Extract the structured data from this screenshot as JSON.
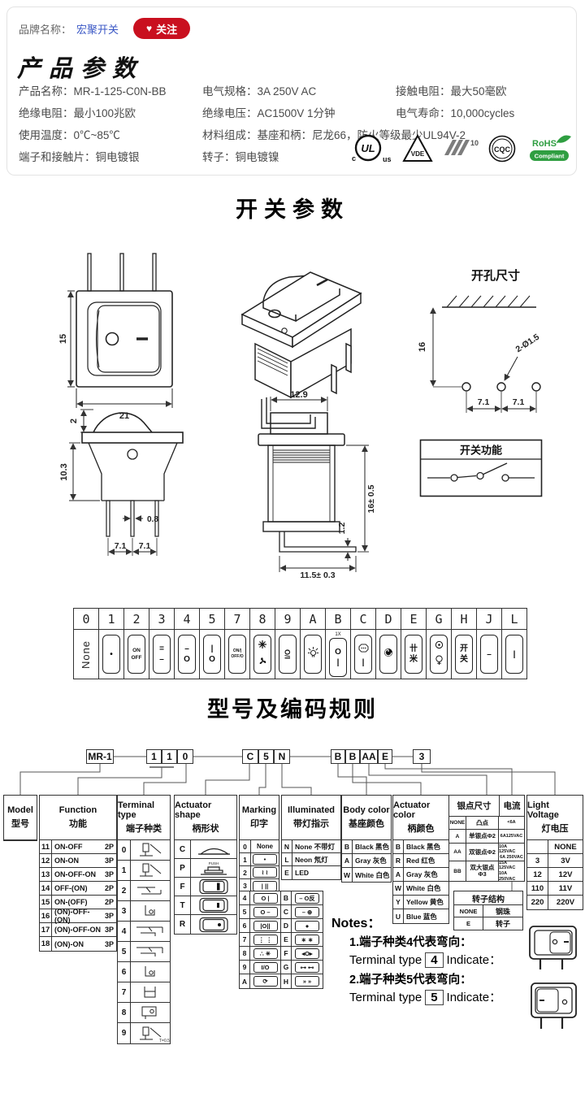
{
  "brand": {
    "label": "品牌名称：",
    "name": "宏聚开关",
    "follow": "关注"
  },
  "product_params": {
    "title": "产品参数",
    "rows": [
      [
        {
          "label": "产品名称：",
          "value": "MR-1-125-C0N-BB"
        },
        {
          "label": "电气规格：",
          "value": "3A  250V  AC"
        },
        {
          "label": "接触电阻：",
          "value": "最大50毫欧"
        }
      ],
      [
        {
          "label": "绝缘电阻：",
          "value": "最小100兆欧"
        },
        {
          "label": "绝缘电压：",
          "value": "AC1500V 1分钟"
        },
        {
          "label": "电气寿命：",
          "value": "10,000cycles"
        }
      ],
      [
        {
          "label": "使用温度：",
          "value": "0℃~85℃"
        },
        {
          "label": "材料组成：",
          "value": "基座和柄：尼龙66，防火等级最少UL94V-2"
        }
      ],
      [
        {
          "label": "端子和接触片：",
          "value": "铜电镀银"
        },
        {
          "label": "转子：",
          "value": "铜电镀镍"
        }
      ]
    ],
    "certs": {
      "ul_c": "c",
      "ul": "UL",
      "ul_us": "us",
      "vde": "VDE",
      "enec": "10",
      "cqc": "CQC",
      "rohs": "RoHS",
      "rohs_band": "Compliant"
    }
  },
  "switch_params": {
    "title": "开关参数",
    "front_view": {
      "dim_height": "15",
      "dim_width": "21"
    },
    "cutout": {
      "title": "开孔尺寸",
      "dim_height": "16",
      "hole_label": "2-Ø1.5",
      "pitch1": "7.1",
      "pitch2": "7.1"
    },
    "side_view": {
      "dim_top": "2",
      "dim_height": "10.3",
      "dim_pin": "0.8",
      "pitch1": "7.1",
      "pitch2": "7.1"
    },
    "bent_view": {
      "dim_width": "12.9",
      "dim_pin": "1.2",
      "dim_height": "16± 0.5",
      "dim_length": "11.5± 0.3"
    },
    "function_box": {
      "title": "开关功能"
    }
  },
  "code_table": {
    "columns": [
      {
        "code": "0",
        "kind": "none",
        "text": "None"
      },
      {
        "code": "1",
        "kind": "stack",
        "parts": [
          {
            "t": "txt",
            "v": "•"
          }
        ]
      },
      {
        "code": "2",
        "kind": "stack",
        "parts": [
          {
            "t": "txt",
            "v": "ON",
            "cls": "small"
          },
          {
            "t": "txt",
            "v": "OFF",
            "cls": "small"
          }
        ]
      },
      {
        "code": "3",
        "kind": "stack",
        "parts": [
          {
            "t": "txt",
            "v": "="
          },
          {
            "t": "txt",
            "v": "–"
          }
        ]
      },
      {
        "code": "4",
        "kind": "stack",
        "parts": [
          {
            "t": "txt",
            "v": "–"
          },
          {
            "t": "txt",
            "v": "O"
          }
        ]
      },
      {
        "code": "5",
        "kind": "stack",
        "parts": [
          {
            "t": "txt",
            "v": "|"
          },
          {
            "t": "txt",
            "v": "O"
          }
        ]
      },
      {
        "code": "7",
        "kind": "stack",
        "parts": [
          {
            "t": "txt",
            "v": "ON/|",
            "cls": "tiny"
          },
          {
            "t": "txt",
            "v": "OFF/O",
            "cls": "tiny"
          }
        ]
      },
      {
        "code": "8",
        "kind": "stack",
        "parts": [
          {
            "t": "icon",
            "v": "fan-8-icon"
          },
          {
            "t": "icon",
            "v": "fan-3-icon"
          }
        ]
      },
      {
        "code": "9",
        "kind": "rot",
        "text": "I/O"
      },
      {
        "code": "A",
        "kind": "stack",
        "parts": [
          {
            "t": "icon",
            "v": "bulb-rays-icon"
          }
        ]
      },
      {
        "code": "B",
        "kind": "stack",
        "above": "1X",
        "parts": [
          {
            "t": "txt",
            "v": "O"
          },
          {
            "t": "txt",
            "v": "|"
          }
        ]
      },
      {
        "code": "C",
        "kind": "stack",
        "parts": [
          {
            "t": "icon",
            "v": "octagon-badge-icon"
          },
          {
            "t": "txt",
            "v": "|"
          }
        ]
      },
      {
        "code": "D",
        "kind": "stack",
        "parts": [
          {
            "t": "icon",
            "v": "power-disc-icon"
          }
        ]
      },
      {
        "code": "E",
        "kind": "stack",
        "parts": [
          {
            "t": "txt",
            "v": "卄"
          },
          {
            "t": "txt",
            "v": "米"
          }
        ]
      },
      {
        "code": "G",
        "kind": "stack",
        "parts": [
          {
            "t": "icon",
            "v": "circle-dot-icon"
          },
          {
            "t": "icon",
            "v": "lamp-cross-icon"
          }
        ]
      },
      {
        "code": "H",
        "kind": "stack",
        "parts": [
          {
            "t": "txt",
            "v": "开"
          },
          {
            "t": "txt",
            "v": "关"
          }
        ]
      },
      {
        "code": "J",
        "kind": "stack",
        "parts": [
          {
            "t": "txt",
            "v": "–"
          }
        ]
      },
      {
        "code": "L",
        "kind": "stack",
        "parts": [
          {
            "t": "txt",
            "v": "|"
          }
        ]
      }
    ]
  },
  "coding": {
    "title": "型号及编码规则",
    "code_boxes": {
      "model": "MR-1",
      "function": [
        "1",
        "1",
        "0"
      ],
      "actuator": [
        "C",
        "5",
        "N"
      ],
      "colors": [
        "B",
        "B",
        "AA",
        "E"
      ],
      "voltage": "3"
    },
    "model": {
      "en": "Model",
      "zh": "型号"
    },
    "function": {
      "en": "Function",
      "zh": "功能",
      "rows": [
        [
          "11",
          "ON-OFF",
          "2P"
        ],
        [
          "12",
          "ON-ON",
          "3P"
        ],
        [
          "13",
          "ON-OFF-ON",
          "3P"
        ],
        [
          "14",
          "OFF-(ON)",
          "2P"
        ],
        [
          "15",
          "ON-(OFF)",
          "2P"
        ],
        [
          "16",
          "(ON)-OFF-(ON)",
          "3P"
        ],
        [
          "17",
          "(ON)-OFF-ON",
          "3P"
        ],
        [
          "18",
          "(ON)-ON",
          "3P"
        ]
      ]
    },
    "terminal": {
      "en": "Terminal type",
      "zh": "端子种类",
      "note": "T=0.5",
      "rows": [
        {
          "code": "0",
          "icon": "terminal-diag-icon"
        },
        {
          "code": "1",
          "icon": "terminal-diag-icon"
        },
        {
          "code": "2",
          "icon": "terminal-flat-icon"
        },
        {
          "code": "3",
          "icon": "terminal-bracket-icon"
        },
        {
          "code": "4",
          "icon": "terminal-wide-icon"
        },
        {
          "code": "5",
          "icon": "terminal-wide-icon"
        },
        {
          "code": "6",
          "icon": "terminal-bracket-icon"
        },
        {
          "code": "7",
          "icon": "terminal-u-icon"
        },
        {
          "code": "8",
          "icon": "terminal-box-icon"
        },
        {
          "code": "9",
          "icon": "terminal-diag-icon"
        }
      ]
    },
    "actuator_shape": {
      "en": "Actuator shape",
      "zh": "柄形状",
      "rows": [
        {
          "code": "C",
          "icon": "rocker-curved-icon"
        },
        {
          "code": "P",
          "icon": "push-button-icon"
        },
        {
          "code": "F",
          "icon": "rocker-bar-large-icon"
        },
        {
          "code": "T",
          "icon": "rocker-bar-small-icon"
        },
        {
          "code": "R",
          "icon": "rocker-dot-icon"
        }
      ]
    },
    "marking": {
      "en": "Marking",
      "zh": "印字",
      "rows_single": [
        [
          "0",
          "None"
        ],
        [
          "1",
          "•"
        ],
        [
          "2",
          "≀ ≀"
        ],
        [
          "3",
          "| ||"
        ]
      ],
      "rows_double": [
        [
          [
            "4",
            "O |"
          ],
          [
            "B",
            "– O反"
          ]
        ],
        [
          [
            "5",
            "O –"
          ],
          [
            "C",
            "– ⊕"
          ]
        ],
        [
          [
            "6",
            "|O||"
          ],
          [
            "D",
            "●"
          ]
        ],
        [
          [
            "7",
            "⋮ ⋮"
          ],
          [
            "E",
            "∗ ∗"
          ]
        ],
        [
          [
            "8",
            "∴ ✳"
          ],
          [
            "F",
            "◂O▸"
          ]
        ],
        [
          [
            "9",
            "I/O"
          ],
          [
            "G",
            "⊶ ⊷"
          ]
        ],
        [
          [
            "A",
            "⟳"
          ],
          [
            "H",
            "» »"
          ]
        ]
      ]
    },
    "illuminated": {
      "en": "Illuminated",
      "zh": "带灯指示",
      "rows": [
        [
          "N",
          "None 不带灯"
        ],
        [
          "L",
          "Neon 氖灯"
        ],
        [
          "E",
          "LED"
        ]
      ]
    },
    "body_color": {
      "en": "Body color",
      "zh": "基座颜色",
      "rows": [
        [
          "B",
          "Black 黑色"
        ],
        [
          "A",
          "Gray 灰色"
        ],
        [
          "W",
          "White 白色"
        ]
      ]
    },
    "actuator_color": {
      "en": "Actuator color",
      "zh": "柄颜色",
      "rows": [
        [
          "B",
          "Black 黑色"
        ],
        [
          "R",
          "Red 红色"
        ],
        [
          "A",
          "Gray 灰色"
        ],
        [
          "W",
          "White 白色"
        ],
        [
          "Y",
          "Yellow 黄色"
        ],
        [
          "U",
          "Blue 蓝色"
        ]
      ]
    },
    "silver": {
      "h1": "银点尺寸",
      "h2": "电流",
      "rows": [
        {
          "code": "NONE",
          "name": "凸点",
          "cur": [
            "<6A"
          ]
        },
        {
          "code": "A",
          "name": "单银点Φ2",
          "cur": [
            "6A125VAC"
          ]
        },
        {
          "code": "AA",
          "name": "双银点Φ2",
          "cur": [
            "10A 125VAC",
            "6A 250VAC"
          ]
        },
        {
          "code": "BB",
          "name": "双大银点Φ3",
          "cur": [
            "15A 125VAC",
            "10A 250VAC"
          ]
        }
      ]
    },
    "rotor": {
      "title": "转子结构",
      "rows": [
        [
          "NONE",
          "钢珠"
        ],
        [
          "E",
          "转子"
        ]
      ]
    },
    "voltage": {
      "en": "Light Voltage",
      "zh": "灯电压",
      "rows": [
        [
          "",
          "NONE"
        ],
        [
          "3",
          "3V"
        ],
        [
          "12",
          "12V"
        ],
        [
          "110",
          "11V"
        ],
        [
          "220",
          "220V"
        ]
      ]
    },
    "notes": {
      "title": "Notes：",
      "items": [
        {
          "zh": "1.端子种类4代表弯向：",
          "pre": "Terminal type",
          "code": "4",
          "post": "Indicate："
        },
        {
          "zh": "2.端子种类5代表弯向：",
          "pre": "Terminal type",
          "code": "5",
          "post": "Indicate："
        }
      ]
    }
  }
}
